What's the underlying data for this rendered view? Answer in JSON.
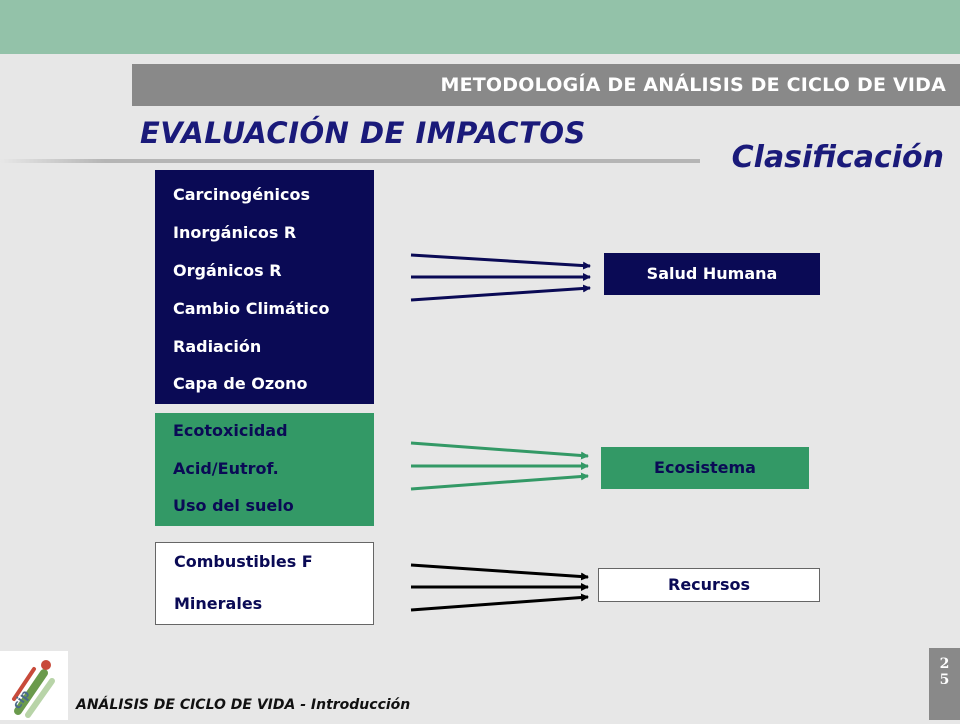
{
  "header": {
    "title": "METODOLOGÍA DE ANÁLISIS DE CICLO DE VIDA"
  },
  "section": {
    "title": "EVALUACIÓN DE IMPACTOS",
    "subtitle": "Clasificación"
  },
  "groups": [
    {
      "items": [
        "Carcinogénicos",
        "Inorgánicos R",
        "Orgánicos R",
        "Cambio Climático",
        "Radiación",
        "Capa de Ozono"
      ],
      "target": "Salud Humana"
    },
    {
      "items": [
        "Ecotoxicidad",
        "Acid/Eutrof.",
        "Uso del suelo"
      ],
      "target": "Ecosistema"
    },
    {
      "items": [
        "Combustibles F",
        "Minerales"
      ],
      "target": "Recursos"
    }
  ],
  "footer": {
    "text": "ANÁLISIS DE CICLO DE VIDA - Introducción"
  },
  "page_number": [
    "2",
    "5"
  ],
  "colors": {
    "navy": "#0a0a55",
    "green": "#339966",
    "arrow_black": "#000000",
    "topbar": "#93c2a9",
    "gray": "#898989"
  },
  "logo": {
    "icon": "cip-logo-icon"
  }
}
